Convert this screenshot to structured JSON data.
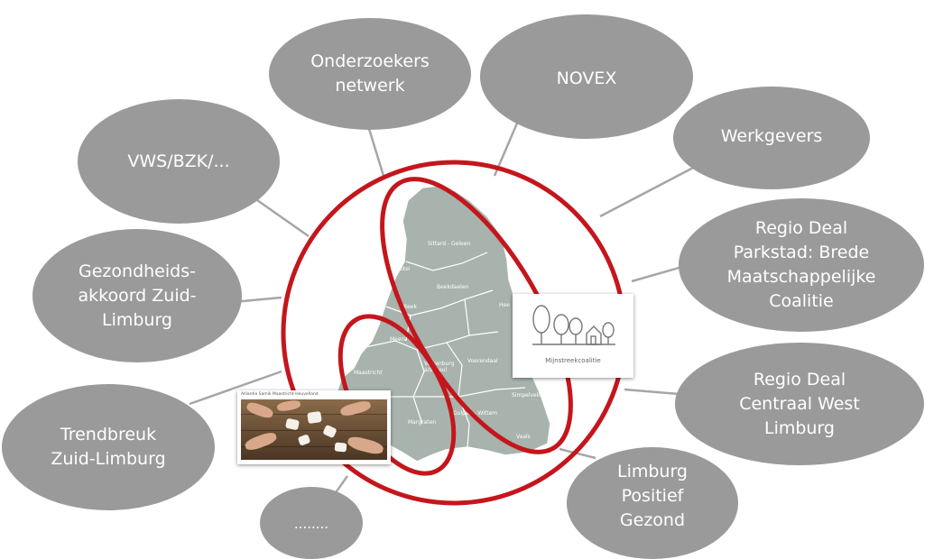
{
  "colors": {
    "bubble_fill": "#9a9a9a",
    "ring_red": "#c4161c",
    "connector": "#a6a6a6",
    "map_fill": "#a7b3ac",
    "map_border": "#ffffff"
  },
  "bubbles": {
    "onderzoekers": "Onderzoekers\nnetwerk",
    "novex": "NOVEX",
    "vws": "VWS/BZK/...",
    "werkgevers": "Werkgevers",
    "parkstad": "Regio Deal\nParkstad: Brede\nMaatschappelijke\nCoalitie",
    "gezondheids": "Gezondheids-\nakkoord Zuid-\nLimburg",
    "centraal_west": "Regio Deal\nCentraal West\nLimburg",
    "trendbreuk": "Trendbreuk\nZuid-Limburg",
    "limburg_positief": "Limburg\nPositief\nGezond",
    "dots": "........"
  },
  "map_labels": {
    "sittard": "Sittard - Geleen",
    "beekdaelen": "Beekdaelen",
    "maastricht": "Maastricht",
    "valkenburg": "Valkenburg\na/d Geul",
    "voerendaal": "Voerendaal",
    "simpelveld": "Simpelveld",
    "margraten": "Margraten",
    "gulpen": "Gulpen - Wittem",
    "vaals": "Vaals",
    "meerssen": "Meers",
    "stein": "Stei",
    "beek": "Beek",
    "heerlen": "Hee"
  },
  "cards": {
    "mijnstreek_label": "Mijnstreekcoalitie",
    "alliantie_label": "Alliantie Samik Maastricht-Heuvelland"
  }
}
